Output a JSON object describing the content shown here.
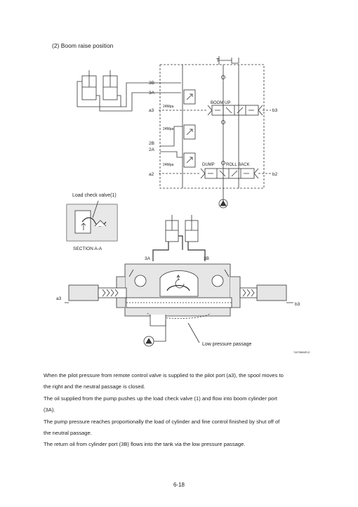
{
  "section_title": "(2) Boom raise position",
  "schematic": {
    "tank_label": "T",
    "port_3b": "3B",
    "port_3a": "3A",
    "pressure_1": "24Mpa",
    "boom_up": "BOOM UP",
    "port_a3": "a3",
    "port_b3": "b3",
    "pressure_2": "24Mpa",
    "port_2b": "2B",
    "port_2a": "2A",
    "pressure_3": "24Mpa",
    "dump": "DUMP",
    "roll_back": "ROLL BACK",
    "port_a2": "a2",
    "port_b2": "b2"
  },
  "section_view": {
    "load_check_label": "Load check valve(1)",
    "section_label": "SECTION  A-A"
  },
  "cross_section": {
    "port_3a": "3A",
    "port_3b": "3B",
    "port_a3": "a3",
    "port_b3": "b3",
    "low_pressure_label": "Low pressure passage",
    "figure_code": "7407B6WE12"
  },
  "paragraphs": [
    "When the pilot pressure from remote control valve is supplied to the pilot port (a3), the spool moves to",
    "the right and the neutral passage is closed.",
    "The oil supplied from the pump pushes up the load check valve (1) and flow into boom cylinder port",
    "(3A).",
    "The pump pressure reaches proportionally the load of cylinder and fine control finished by shut off of",
    "the neutral passage.",
    "The return oil from cylinder port (3B) flows into the tank via the low pressure passage."
  ],
  "page_number": "6-18"
}
